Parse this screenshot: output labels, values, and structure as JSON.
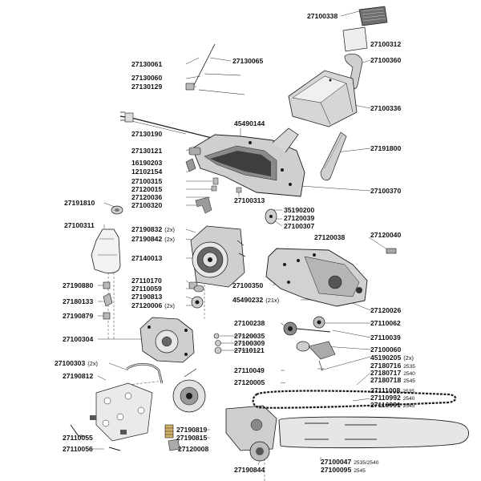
{
  "labels": {
    "p27100338": "27100338",
    "p27100312": "27100312",
    "p27100360": "27100360",
    "p27100336": "27100336",
    "p27191800": "27191800",
    "p27100370": "27100370",
    "p27130061": "27130061",
    "p27130065": "27130065",
    "p27130060": "27130060",
    "p27130129": "27130129",
    "p27130190": "27130190",
    "p45490144": "45490144",
    "p27130121": "27130121",
    "p16190203": "16190203",
    "p12102154": "12102154",
    "p27100315": "27100315",
    "p27120015": "27120015",
    "p27120036": "27120036",
    "p27100320": "27100320",
    "p27100313": "27100313",
    "p27191810": "27191810",
    "p27100311": "27100311",
    "p35190200": "35190200",
    "p27120039": "27120039",
    "p27100307": "27100307",
    "p27190832": "27190832",
    "p27190842": "27190842",
    "p27120038": "27120038",
    "p27120040": "27120040",
    "p27140013": "27140013",
    "p27110170": "27110170",
    "p27110059": "27110059",
    "p27190813": "27190813",
    "p27120006": "27120006",
    "p27190880": "27190880",
    "p27180133": "27180133",
    "p27190879": "27190879",
    "p27100350": "27100350",
    "p45490232": "45490232",
    "p27120026": "27120026",
    "p27100238": "27100238",
    "p27110062": "27110062",
    "p27120035": "27120035",
    "p27100309": "27100309",
    "p27110121": "27110121",
    "p27110039": "27110039",
    "p27100304": "27100304",
    "p27100060": "27100060",
    "p45190205": "45190205",
    "p27100303": "27100303",
    "p27110049": "27110049",
    "p27190812": "27190812",
    "p27180716": "27180716",
    "p27180717": "27180717",
    "p27180718": "27180718",
    "p27120005": "27120005",
    "p27111008": "27111008",
    "p27110992": "27110992",
    "p27110991": "27110991",
    "p27190819": "27190819",
    "p27190815": "27190815",
    "p27110055": "27110055",
    "p27120008": "27120008",
    "p27110056": "27110056",
    "p27100047": "27100047",
    "p27100095": "27100095",
    "p27190844": "27190844"
  },
  "quantities": {
    "q27190832": "(2x)",
    "q27190842": "(2x)",
    "q27120006": "(2x)",
    "q45490232": "(21x)",
    "q45190205": "(2x)",
    "q27100303": "(2x)"
  },
  "variants": {
    "v27180716": "2535",
    "v27180717": "2540",
    "v27180718": "2545",
    "v27111008": "2535",
    "v27110992": "2540",
    "v27110991": "2545",
    "v27100047": "2535/2540",
    "v27100095": "2545"
  },
  "colors": {
    "line": "#1a1a1a",
    "part_fill": "#d9d9d9",
    "part_dark": "#5a5a5a",
    "leader": "#333333"
  }
}
